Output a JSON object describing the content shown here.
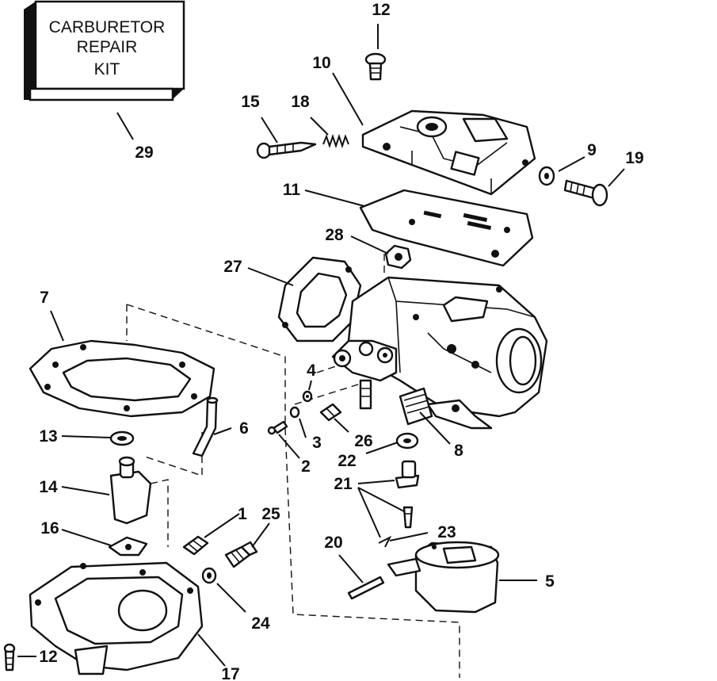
{
  "kit_box": {
    "line1": "CARBURETOR",
    "line2": "REPAIR",
    "line3": "KIT"
  },
  "callouts": {
    "c1": "1",
    "c2": "2",
    "c3": "3",
    "c4": "4",
    "c5": "5",
    "c6": "6",
    "c7": "7",
    "c8": "8",
    "c9": "9",
    "c10": "10",
    "c11": "11",
    "c12_top": "12",
    "c12_bottom": "12",
    "c13": "13",
    "c14": "14",
    "c15": "15",
    "c16": "16",
    "c17": "17",
    "c18": "18",
    "c19": "19",
    "c20": "20",
    "c21": "21",
    "c22": "22",
    "c23": "23",
    "c24": "24",
    "c25": "25",
    "c26": "26",
    "c27": "27",
    "c28": "28",
    "c29": "29"
  }
}
